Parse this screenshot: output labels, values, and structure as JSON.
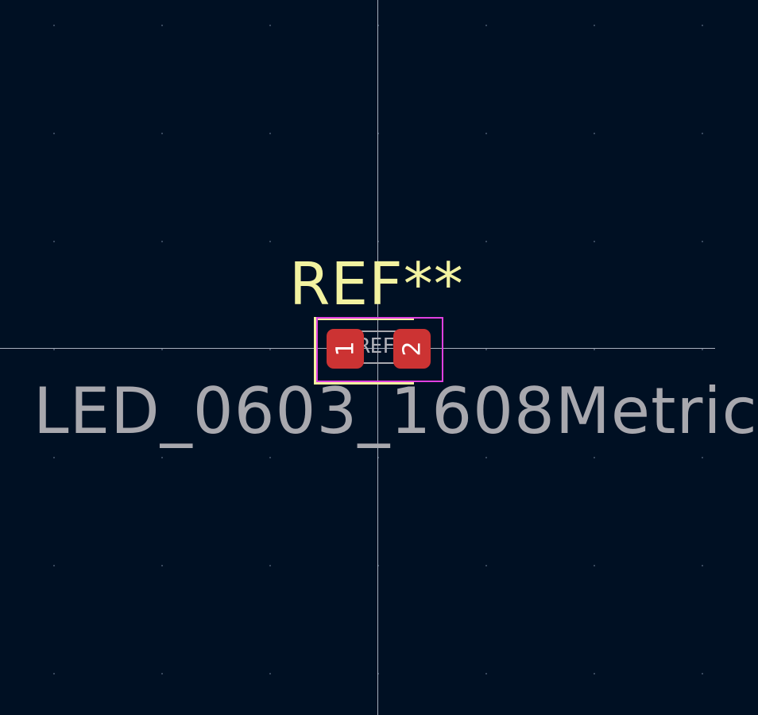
{
  "board": {
    "background_color": "#001023",
    "grid_color": "#4a5a70"
  },
  "footprint": {
    "reference": "REF**",
    "reference_color": "#f2f2a0",
    "value": "LED_0603_1608Metric",
    "value_color": "#a8a8ae",
    "fab_reference": "REF**",
    "silkscreen_color": "#f2f2a0",
    "courtyard_color": "#e040e0",
    "pads": [
      {
        "number": "1",
        "color": "#cc3333"
      },
      {
        "number": "2",
        "color": "#cc3333"
      }
    ]
  },
  "cursor": {
    "crosshair_color": "#c7cdd8"
  }
}
